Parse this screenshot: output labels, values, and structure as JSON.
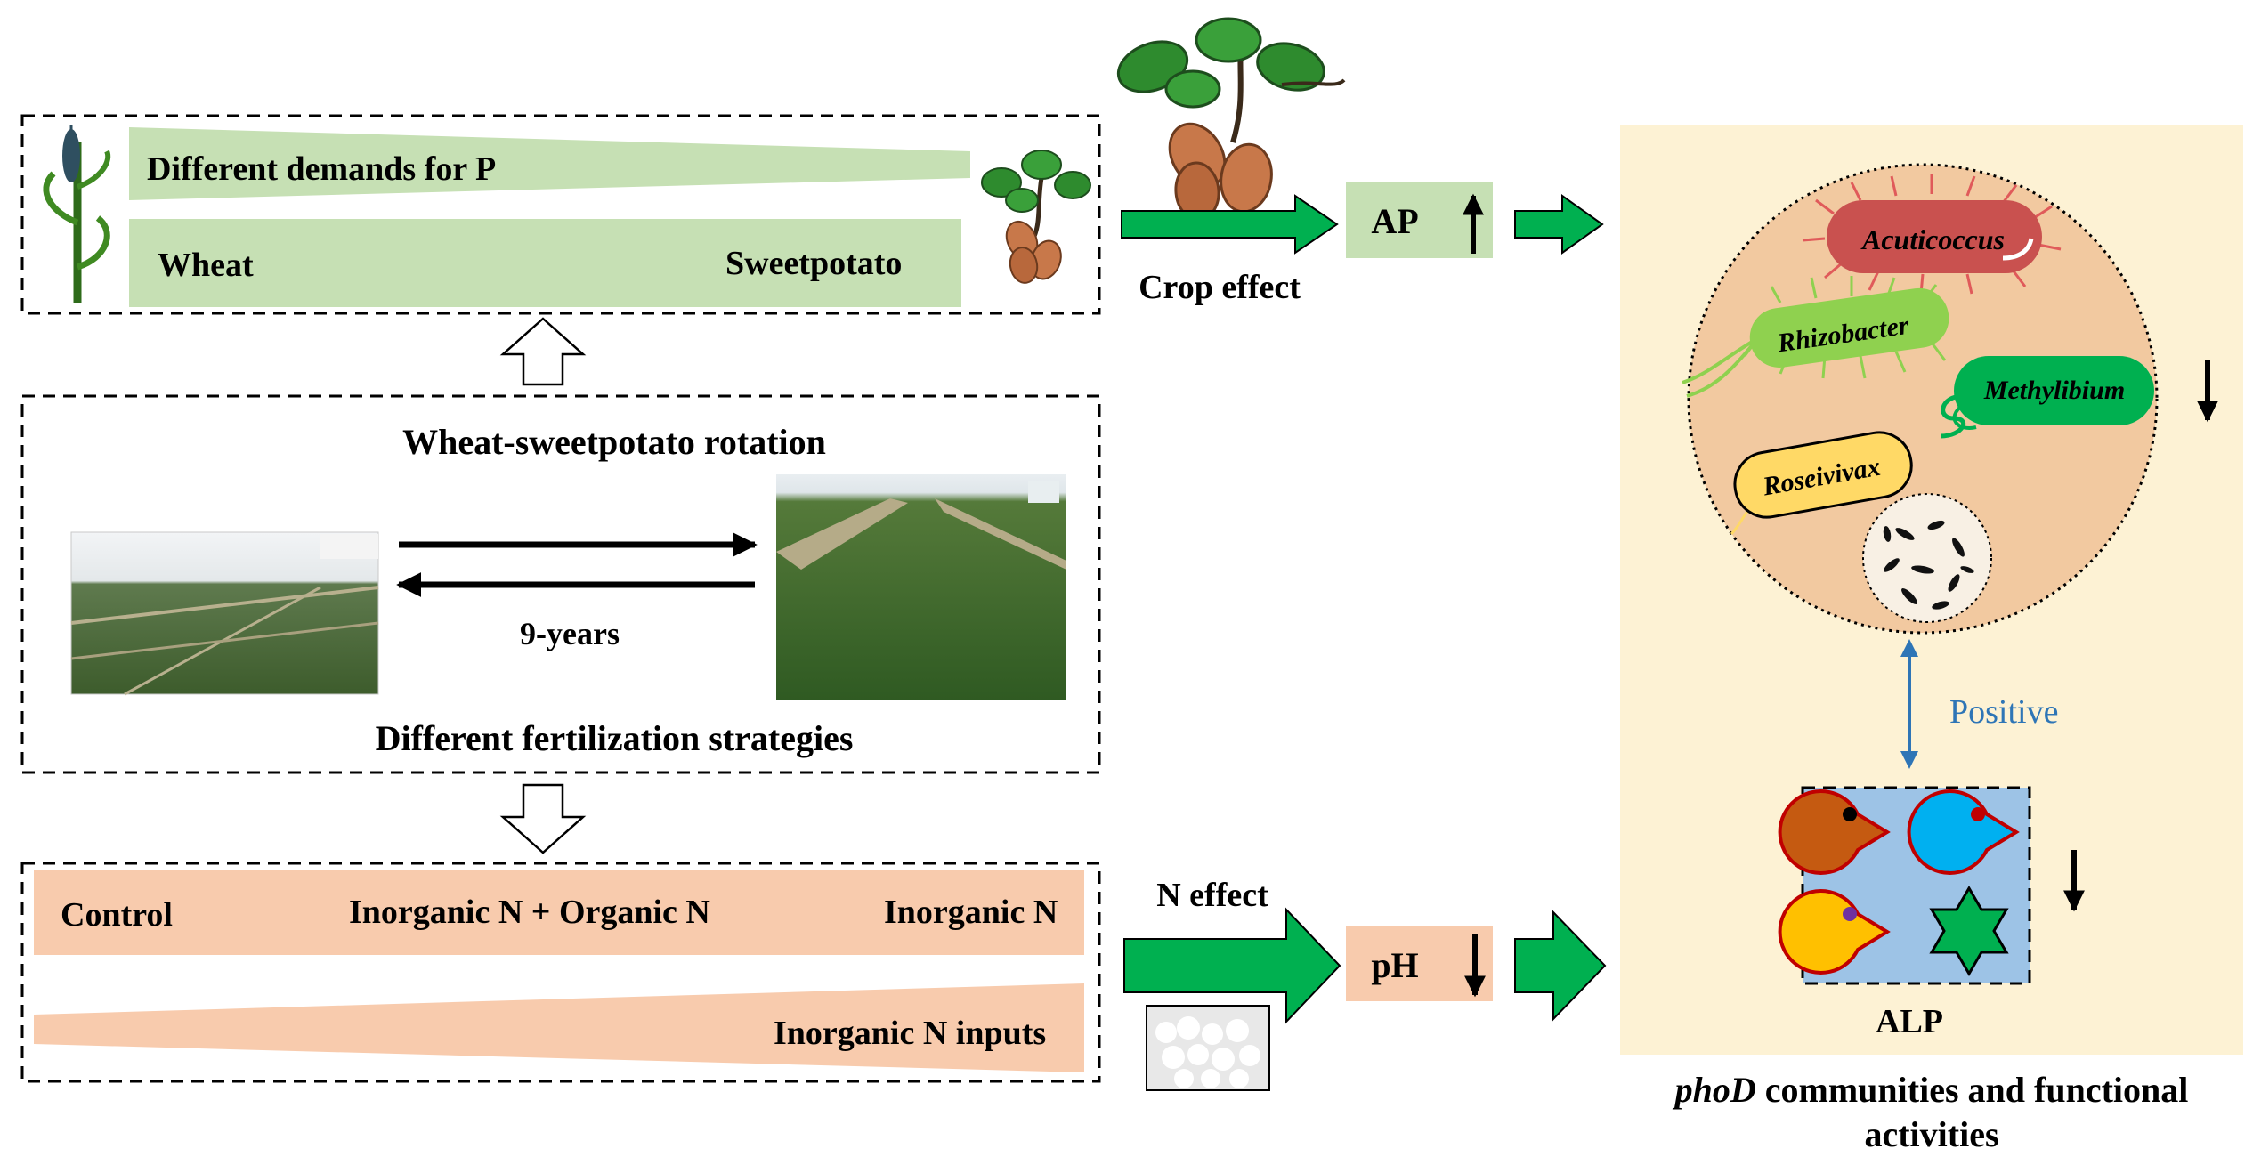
{
  "crop_panel": {
    "demand_label": "Different demands for P",
    "wheat_label": "Wheat",
    "sweetpotato_label": "Sweetpotato"
  },
  "rotation_panel": {
    "title": "Wheat-sweetpotato rotation",
    "duration_label": "9-years",
    "subtitle": "Different fertilization strategies"
  },
  "fertilization_panel": {
    "treatments": [
      "Control",
      "Inorganic N + Organic N",
      "Inorganic N"
    ],
    "inputs_label": "Inorganic N inputs"
  },
  "effects": {
    "crop_effect_label": "Crop effect",
    "n_effect_label": "N effect",
    "ap_label": "AP",
    "ph_label": "pH"
  },
  "community": {
    "taxa": [
      "Acuticoccus",
      "Rhizobacter",
      "Methylibium",
      "Roseivivax"
    ],
    "relation_label": "Positive",
    "enzyme_label": "ALP",
    "caption_italic": "phoD",
    "caption_line1": " communities and functional",
    "caption_line2": "activities"
  },
  "colors": {
    "green_bar": "#c6e0b4",
    "salmon_bar": "#f8cbad",
    "arrow_green": "#00b050",
    "community_bg": "#fdf2d4",
    "circle_fill": "#f2c9a0",
    "enzyme_box": "#9dc3e6",
    "positive_blue": "#2e75b6"
  }
}
